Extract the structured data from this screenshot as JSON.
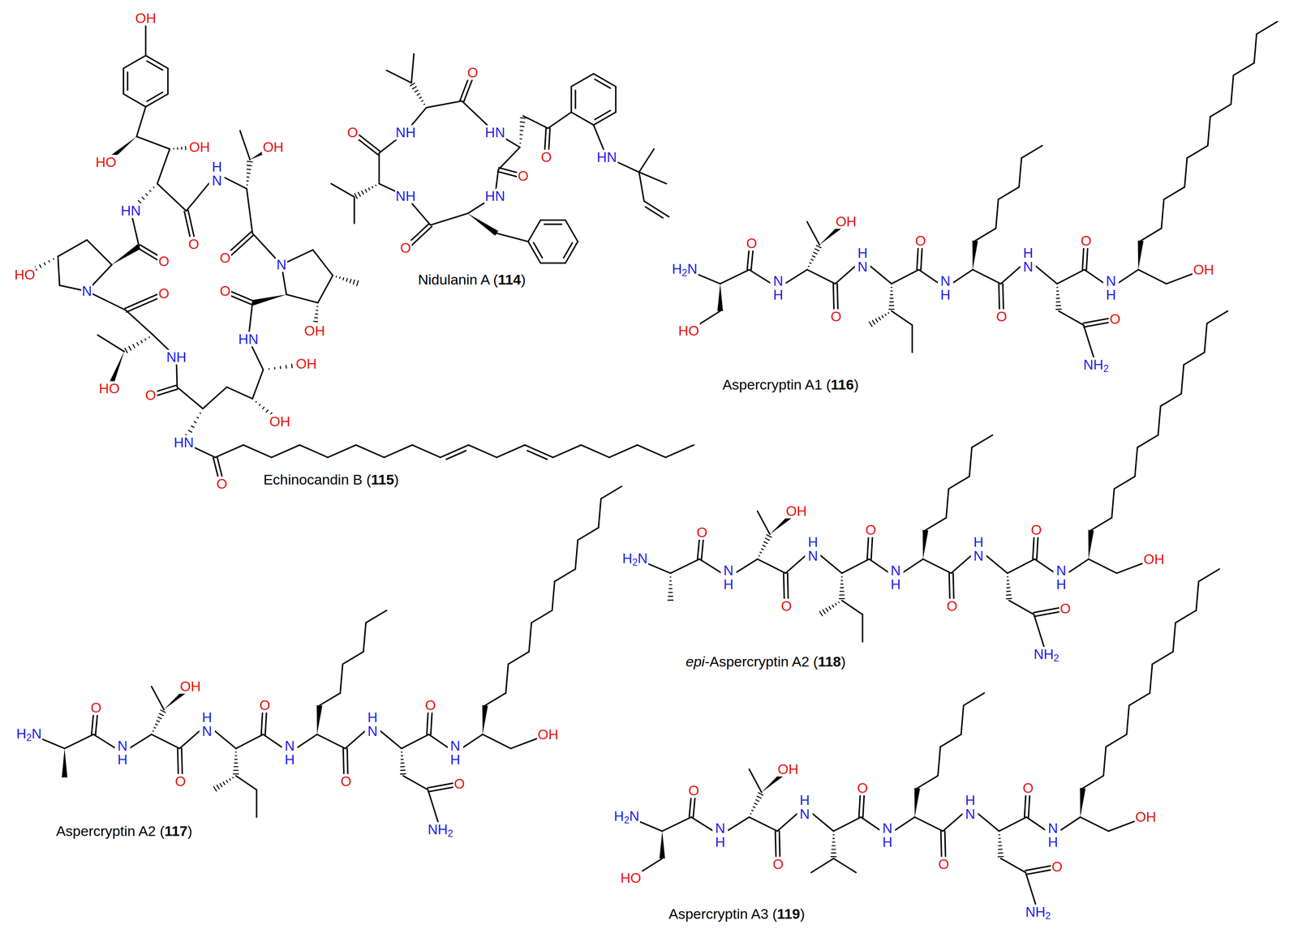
{
  "diagram": {
    "labels": [
      "OH",
      "HO",
      "OH",
      "HN",
      "HN",
      "OH",
      "O",
      "O",
      "O",
      "N",
      "HO",
      "N",
      "O",
      "O",
      "OH",
      "HN",
      "NH",
      "OH",
      "HO",
      "O",
      "OH",
      "HN",
      "O",
      "Echinocandin B (115)",
      "O",
      "O",
      "NH",
      "HN",
      "O",
      "HN",
      "O",
      "NH",
      "HN",
      "O",
      "Nidulanin A (114)",
      "H2N",
      "HO",
      "O",
      "OH",
      "NH",
      "O",
      "HN",
      "O",
      "NH",
      "O",
      "HN",
      "O",
      "NH",
      "O",
      "NH2",
      "OH",
      "Aspercryptin A1 (116)",
      "H2N",
      "O",
      "OH",
      "NH",
      "O",
      "HN",
      "O",
      "NH",
      "O",
      "HN",
      "O",
      "NH",
      "O",
      "NH2",
      "OH",
      "epi-Aspercryptin A2 (118)",
      "H2N",
      "O",
      "OH",
      "NH",
      "O",
      "HN",
      "O",
      "NH",
      "O",
      "HN",
      "O",
      "NH",
      "O",
      "NH2",
      "OH",
      "Aspercryptin A2 (117)",
      "H2N",
      "HO",
      "O",
      "OH",
      "NH",
      "O",
      "HN",
      "O",
      "NH",
      "O",
      "HN",
      "O",
      "NH",
      "O",
      "NH2",
      "OH",
      "Aspercryptin A3 (119)"
    ]
  }
}
